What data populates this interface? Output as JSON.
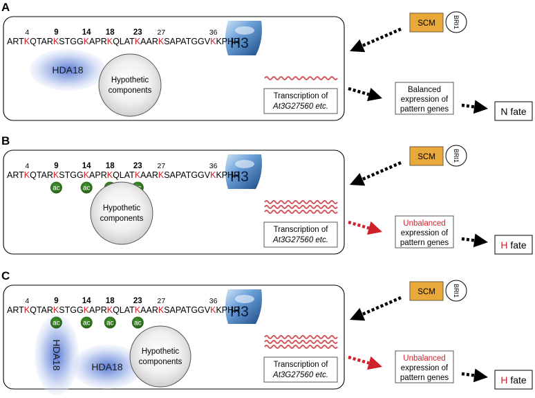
{
  "panels": [
    {
      "letter": "A",
      "acetylated": false,
      "hda_label": "HDA18",
      "hda_count": 1,
      "hypothetic_line1": "Hypothetic",
      "hypothetic_line2": "components",
      "expression_state": "Balanced",
      "fate_letter": "N"
    },
    {
      "letter": "B",
      "acetylated": true,
      "hda_label": "",
      "hda_count": 0,
      "hypothetic_line1": "Hypothetic",
      "hypothetic_line2": "components",
      "expression_state": "Unbalanced",
      "fate_letter": "H"
    },
    {
      "letter": "C",
      "acetylated": true,
      "hda_label": "HDA18",
      "hda_count": 2,
      "hypothetic_line1": "Hypothetic",
      "hypothetic_line2": "components",
      "expression_state": "Unbalanced",
      "fate_letter": "H"
    }
  ],
  "sequence": {
    "segments": [
      {
        "text": "ART",
        "k": false
      },
      {
        "text": "K",
        "k": true
      },
      {
        "text": "QTAR",
        "k": false
      },
      {
        "text": "K",
        "k": true
      },
      {
        "text": "STGG",
        "k": false
      },
      {
        "text": "K",
        "k": true
      },
      {
        "text": "APR",
        "k": false
      },
      {
        "text": "K",
        "k": true
      },
      {
        "text": "QLAT",
        "k": false
      },
      {
        "text": "K",
        "k": true
      },
      {
        "text": "AAR",
        "k": false
      },
      {
        "text": "K",
        "k": true
      },
      {
        "text": "SAPATGGV",
        "k": false
      },
      {
        "text": "K",
        "k": true
      },
      {
        "text": "KPHR",
        "k": false
      }
    ],
    "positions": [
      "4",
      "9",
      "14",
      "18",
      "23",
      "27",
      "36"
    ],
    "bold_positions": [
      "9",
      "14",
      "18",
      "23"
    ],
    "acetyl_positions": [
      "9",
      "14",
      "18",
      "23"
    ]
  },
  "histone_label": "H3",
  "acetyl_label": "ac",
  "transcription_line1": "Transcription of",
  "transcription_line2": "At3G27560 etc.",
  "expression_line2": "expression of",
  "expression_line3": "pattern genes",
  "fate_suffix": "fate",
  "scm_label": "SCM",
  "bri1_label": "BRI1",
  "colors": {
    "lysine_red": "#d0202a",
    "acetyl_green": "#2e7d1f",
    "scm_orange": "#e8a83a",
    "hda_blue": "#5b86d6",
    "histone_blue": "#4f86c6",
    "wave_red": "#d4555b",
    "arrow_black": "#000000",
    "arrow_red": "#d0202a"
  }
}
